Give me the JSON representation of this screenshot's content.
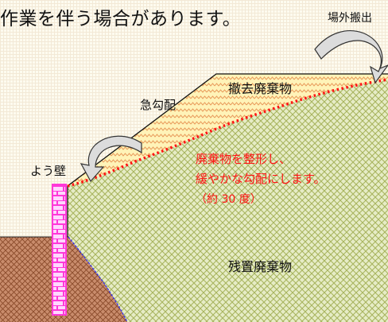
{
  "labels": {
    "header": "作業を伴う場合があります。",
    "export": "場外搬出",
    "steep_slope": "急勾配",
    "removed_waste": "撤去廃棄物",
    "retaining_wall": "よう壁",
    "reshape_line1": "廃棄物を整形し、",
    "reshape_line2": "緩やかな勾配にします。",
    "reshape_line3": "（約 30 度）",
    "remaining_waste": "残置廃棄物"
  },
  "colors": {
    "waste_fill": "#e6ecc6",
    "waste_mesh": "#a8b45e",
    "removed_fill": "#fff3b8",
    "removed_wave": "#e89a5a",
    "ground_fill": "#c98c6c",
    "ground_mesh": "#8a4a2a",
    "wall_fill": "#ffd6ff",
    "wall_brick": "#ff38d8",
    "dotted_line": "#ff1414",
    "arrow_fill": "#dcdcdc",
    "accent_text": "#ff1414"
  },
  "icons": [
    "curved-arrow-right-icon",
    "curved-arrow-left-icon"
  ]
}
